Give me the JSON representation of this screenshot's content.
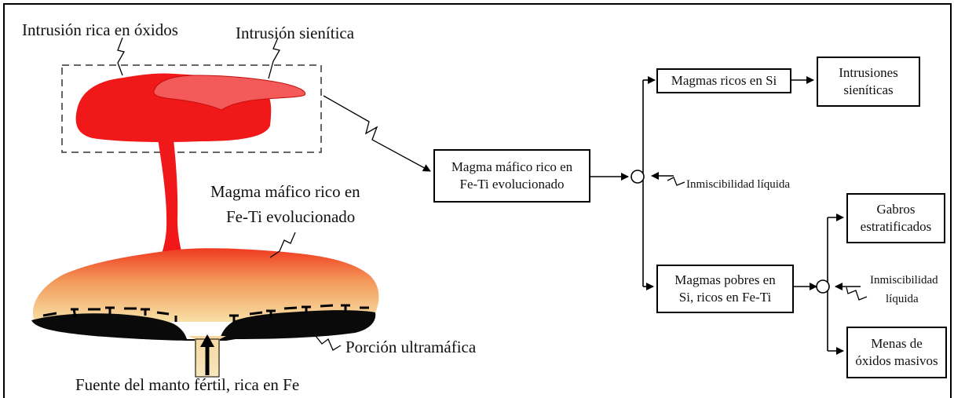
{
  "labels": {
    "oxide_intrusion": "Intrusión rica en óxidos",
    "syenitic_intrusion": "Intrusión sienítica",
    "evolved_magma_line1": "Magma máfico rico en",
    "evolved_magma_line2": "Fe-Ti evolucionado",
    "ultramafic_portion": "Porción ultramáfica",
    "mantle_source": "Fuente del manto fértil, rica en Fe"
  },
  "flowchart": {
    "source_box": {
      "line1": "Magma máfico rico en",
      "line2": "Fe-Ti evolucionado"
    },
    "immiscibility_1": "Inmiscibilidad líquida",
    "si_rich_box": {
      "line1": "Magmas ricos en Si"
    },
    "syenitic_box": {
      "line1": "Intrusiones",
      "line2": "sieníticas"
    },
    "si_poor_box": {
      "line1": "Magmas pobres en",
      "line2": "Si, ricos en Fe-Ti"
    },
    "immiscibility_2": {
      "line1": "Inmiscibilidad",
      "line2": "líquida"
    },
    "gabbro_box": {
      "line1": "Gabros",
      "line2": "estratificados"
    },
    "oxide_ore_box": {
      "line1": "Menas de",
      "line2": "óxidos masivos"
    }
  },
  "colors": {
    "upper_intrusion": "#f01818",
    "syenite": "#f55a5a",
    "chamber_top": "#f04a24",
    "chamber_bottom": "#f7dca0",
    "ultramafic": "#0a0a0a"
  }
}
